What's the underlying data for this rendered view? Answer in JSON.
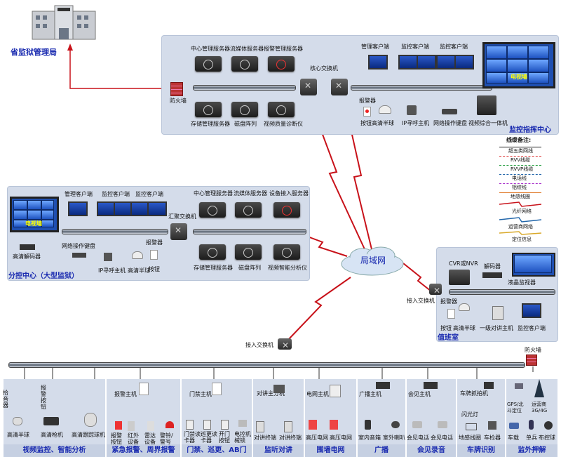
{
  "province": {
    "label": "省监狱管理局"
  },
  "command_center": {
    "title": "监控指挥中心",
    "firewall": "防火墙",
    "core_switch": "核心交换机",
    "servers": [
      "中心管理服务器",
      "流媒体服务器",
      "报警管理服务器"
    ],
    "storage": [
      "存储管理服务器",
      "磁盘阵列",
      "视频质量诊断仪"
    ],
    "clients": [
      "管理客户端",
      "监控客户端",
      "监控客户端"
    ],
    "video_wall": "电视墙",
    "alarm": "报警器",
    "alarm_button": "按钮",
    "dome": "高清半球",
    "ip_host": "IP寻呼主机",
    "keyboard": "网络操作键盘",
    "integrator": "视频综合一体机"
  },
  "legend": {
    "title": "线缆备注:",
    "items": [
      "超五类网线",
      "RVV线缆",
      "RVVP线缆",
      "电话线",
      "铝绞线",
      "地感线圈",
      "光纤网络",
      "运营商网络",
      "定位信息"
    ]
  },
  "branch": {
    "title": "分控中心（大型监狱）",
    "clients": [
      "管理客户端",
      "监控客户端",
      "监控客户端"
    ],
    "servers": [
      "中心管理服务器",
      "流媒体服务器",
      "设备接入服务器"
    ],
    "storage": [
      "存储管理服务器",
      "磁盘阵列",
      "视频智能分析仪"
    ],
    "agg_switch": "汇聚交换机",
    "video_wall": "电视墙",
    "decoder": "高清解码器",
    "keyboard": "网络操作键盘",
    "ip_host": "IP寻呼主机",
    "dome": "高清半球",
    "alarm": "报警器",
    "alarm_button": "按钮"
  },
  "lan": {
    "label": "局域网"
  },
  "duty": {
    "title": "值班室",
    "nvr": "CVR或NVR",
    "decoder": "解码器",
    "monitor": "液晶监视器",
    "access_switch": "接入交换机",
    "alarm": "报警器",
    "alarm_button": "按钮",
    "dome": "高清半球",
    "intercom": "一级对讲主机",
    "client": "监控客户端"
  },
  "bottom": {
    "access_switch": "接入交换机",
    "firewall": "防火墙",
    "vs_devices": [
      "拾音器",
      "报警按钮",
      "高清半球",
      "高清枪机",
      "高清跟踪球机"
    ],
    "alarm_host": "报警主机",
    "alarm_devices": [
      "报警按钮",
      "红外设备",
      "雷达设备",
      "警铃/警号"
    ],
    "door_host": "门禁主机",
    "door_devices": [
      "门禁读卡器",
      "巡更读卡器",
      "开门按钮",
      "电控机械锁"
    ],
    "intercom_host": "对讲主分机",
    "intercom_devices": [
      "对讲终端",
      "对讲终端"
    ],
    "fence_host": "电网主机",
    "fence_devices": [
      "高压电网",
      "高压电网"
    ],
    "broadcast_host": "广播主机",
    "broadcast_devices": [
      "室内音箱",
      "室外喇叭"
    ],
    "visit_host": "会见主机",
    "visit_devices": [
      "会见电话",
      "会见电话"
    ],
    "plate_camera": "车牌抓拍机",
    "flash": "闪光灯",
    "plate_devices": [
      "地感线圈",
      "车检器"
    ],
    "patrol_devices": [
      "GPS/北斗定位",
      "运营商3G/4G",
      "车载",
      "单兵",
      "布控球"
    ],
    "categories": [
      "视频监控、智能分析",
      "紧急报警、周界报警",
      "门禁、巡更、AB门",
      "监听对讲",
      "围墙电网",
      "广播",
      "会见录音",
      "车牌识别",
      "监外押解"
    ]
  },
  "colors": {
    "fiber": "#c8121a",
    "title_blue": "#1a2bb0",
    "panel": "#d4dcea"
  }
}
